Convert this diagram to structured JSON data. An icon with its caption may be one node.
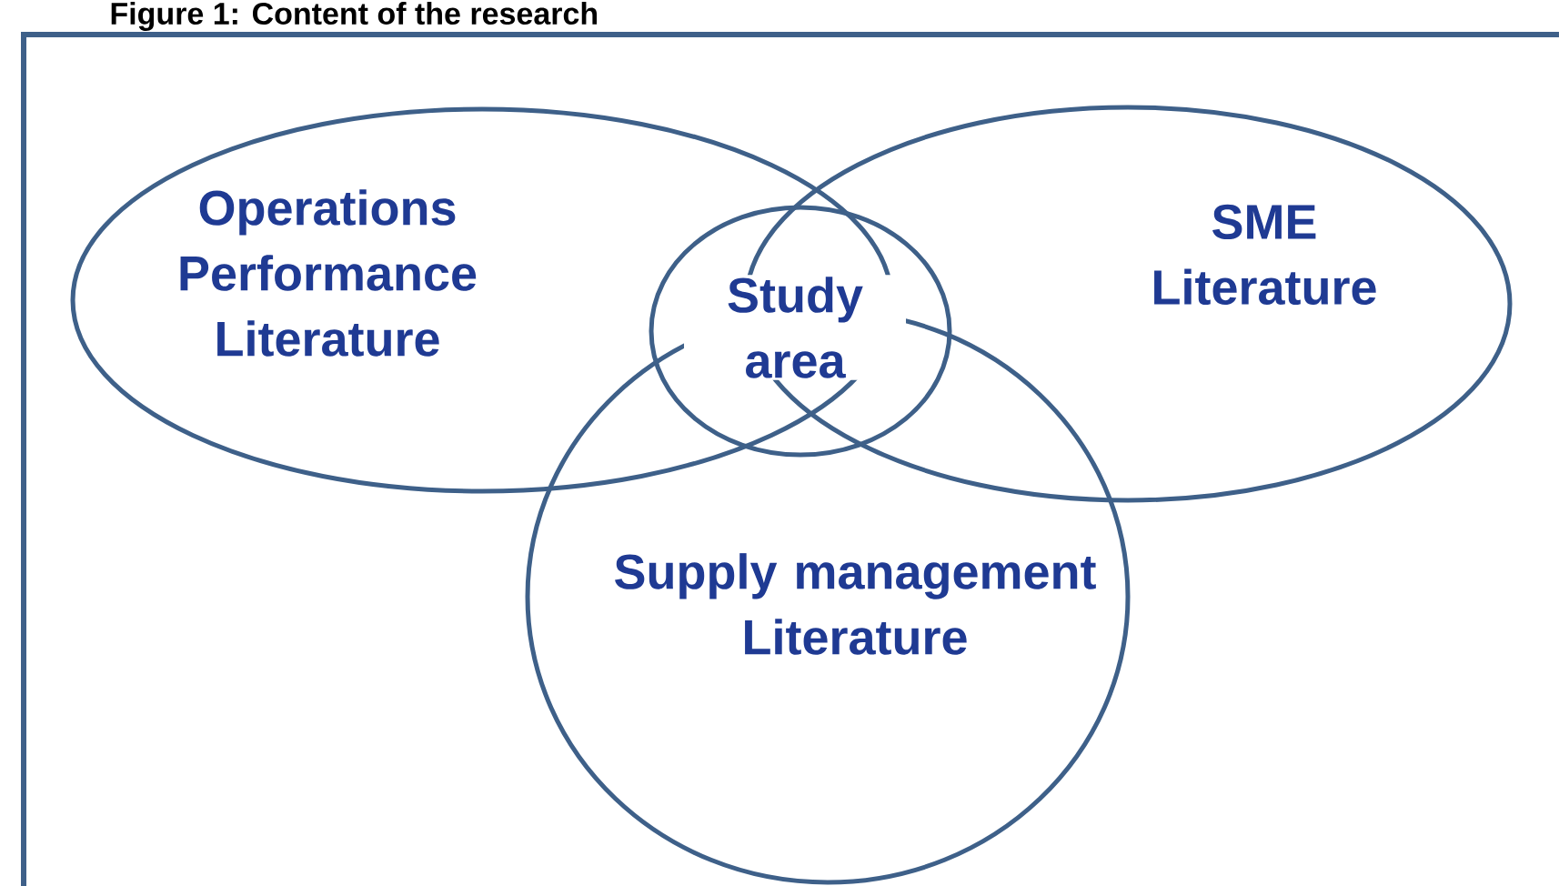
{
  "diagram": {
    "title": "Figure 1: Content of the research",
    "nodes": [
      {
        "text": [
          "Operations Performance Literature"
        ]
      },
      {
        "text": [
          "SME Literature"
        ]
      },
      {
        "text": [
          "Supply management Literature"
        ]
      },
      {
        "text": [
          "Study area"
        ]
      }
    ]
  }
}
